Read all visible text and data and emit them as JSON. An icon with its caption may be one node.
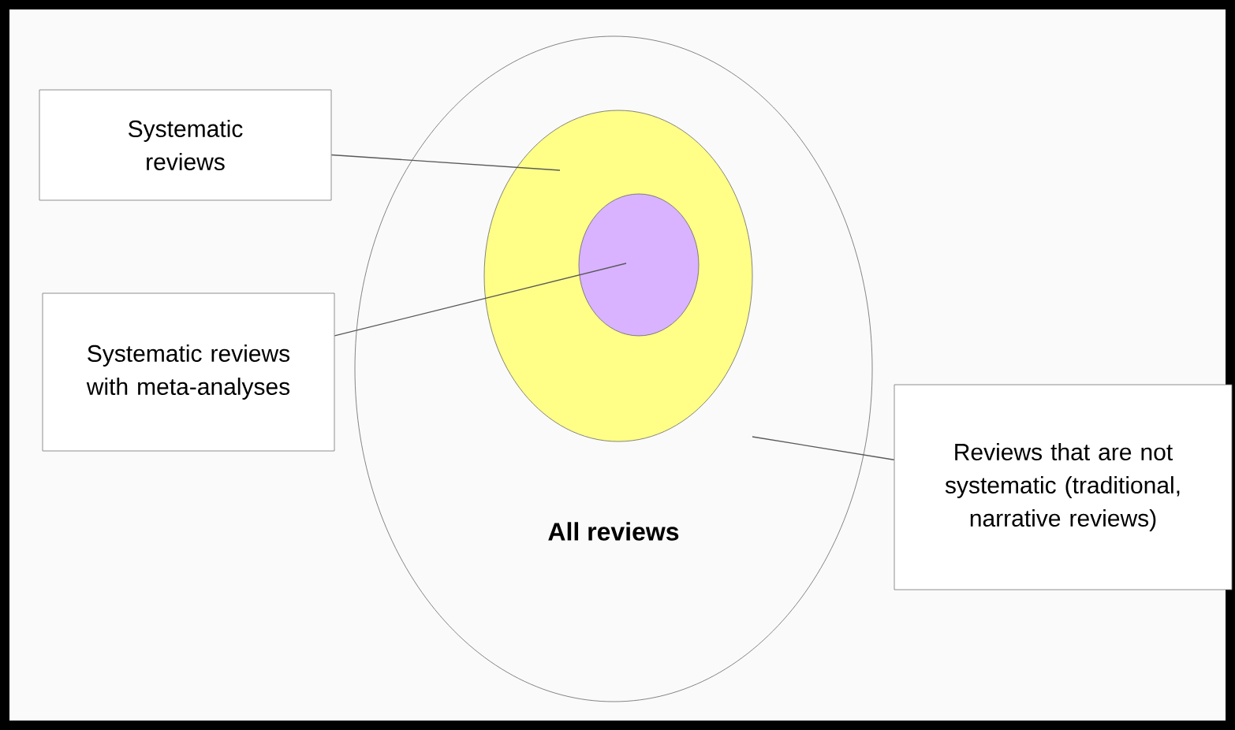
{
  "diagram": {
    "nodes": [
      {
        "text": [
          "All reviews"
        ]
      },
      {
        "text": [],
        "shape": "circle",
        "in": 0
      },
      {
        "text": [],
        "shape": "circle",
        "in": 1
      },
      {
        "text": [
          "Systematic reviews"
        ]
      },
      {
        "text": [
          "Systematic reviews with meta-analyses"
        ]
      },
      {
        "text": [
          "Reviews that are not systematic (traditional, narrative reviews)"
        ]
      }
    ],
    "edges": [
      {
        "from": 3,
        "to": 1,
        "arrow": "none"
      },
      {
        "from": 4,
        "to": 2,
        "arrow": "none"
      },
      {
        "from": 5,
        "to": 0,
        "arrow": "none"
      }
    ]
  }
}
